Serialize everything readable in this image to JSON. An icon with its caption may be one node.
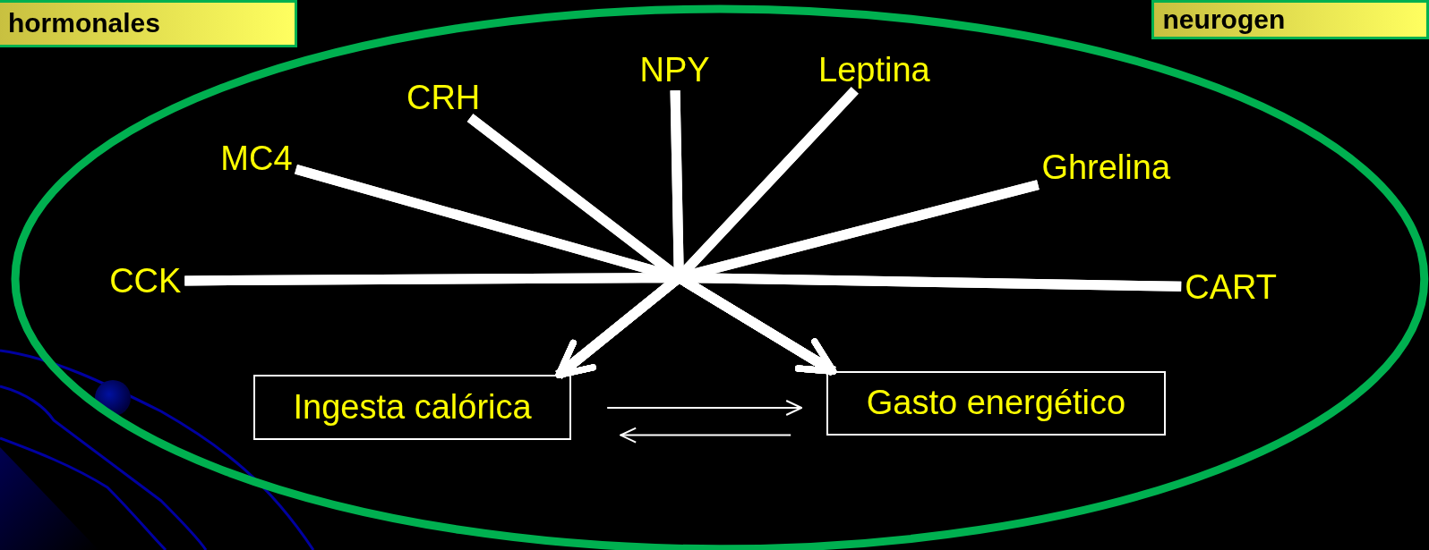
{
  "diagram": {
    "nodes": [
      {
        "text": [
          "hormonales"
        ]
      },
      {
        "text": [
          "neurogen"
        ]
      },
      {
        "text": [],
        "shape": "ellipse"
      },
      {
        "text": [
          "CCK"
        ],
        "in": 2
      },
      {
        "text": [
          "MC4"
        ],
        "in": 2
      },
      {
        "text": [
          "CRH"
        ],
        "in": 2
      },
      {
        "text": [
          "NPY"
        ],
        "in": 2
      },
      {
        "text": [
          "Leptina"
        ],
        "in": 2
      },
      {
        "text": [
          "Ghrelina"
        ],
        "in": 2
      },
      {
        "text": [
          "CART"
        ],
        "in": 2
      },
      {
        "text": [
          "Ingesta calórica"
        ],
        "in": 2
      },
      {
        "text": [
          "Gasto energético"
        ],
        "in": 2
      }
    ],
    "edges": [
      {
        "from": 3,
        "to": 10,
        "arrow": "to"
      },
      {
        "from": 3,
        "to": 11,
        "arrow": "to"
      },
      {
        "from": 4,
        "to": 10,
        "arrow": "to"
      },
      {
        "from": 4,
        "to": 11,
        "arrow": "to"
      },
      {
        "from": 5,
        "to": 10,
        "arrow": "to"
      },
      {
        "from": 5,
        "to": 11,
        "arrow": "to"
      },
      {
        "from": 6,
        "to": 10,
        "arrow": "to"
      },
      {
        "from": 6,
        "to": 11,
        "arrow": "to"
      },
      {
        "from": 7,
        "to": 10,
        "arrow": "to"
      },
      {
        "from": 7,
        "to": 11,
        "arrow": "to"
      },
      {
        "from": 8,
        "to": 10,
        "arrow": "to"
      },
      {
        "from": 8,
        "to": 11,
        "arrow": "to"
      },
      {
        "from": 9,
        "to": 10,
        "arrow": "to"
      },
      {
        "from": 9,
        "to": 11,
        "arrow": "to"
      },
      {
        "from": 10,
        "to": 11,
        "arrow": "to"
      },
      {
        "from": 11,
        "to": 10,
        "arrow": "to"
      }
    ]
  }
}
